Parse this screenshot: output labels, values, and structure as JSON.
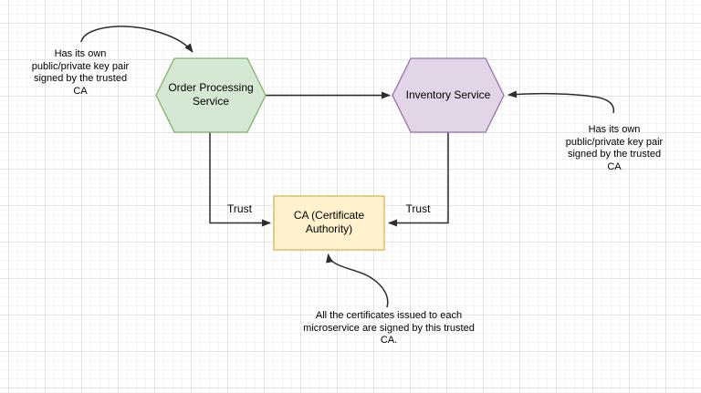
{
  "canvas": {
    "background_color": "#ffffff",
    "grid_minor_color": "#f4f4f4",
    "grid_major_color": "#e3e3e3"
  },
  "nodes": {
    "order_processing": {
      "label": [
        "Order Processing",
        "Service"
      ],
      "fill": "#d5e8d4",
      "stroke": "#82b366"
    },
    "inventory": {
      "label": "Inventory Service",
      "fill": "#e1d5e7",
      "stroke": "#9673a6"
    },
    "ca": {
      "label": [
        "CA (Certificate",
        "Authority)"
      ],
      "fill": "#fff2cc",
      "stroke": "#d6b656"
    }
  },
  "edges": {
    "color": "#2d2d2d",
    "order_to_ca_label": "Trust",
    "inventory_to_ca_label": "Trust"
  },
  "annotations": {
    "left": [
      "Has its own",
      "public/private key pair",
      "signed by the trusted",
      "CA"
    ],
    "right": [
      "Has its own",
      "public/private key pair",
      "signed by the trusted",
      "CA"
    ],
    "bottom": [
      "All the certificates issued to each",
      "microservice are signed by this trusted",
      "CA."
    ]
  }
}
